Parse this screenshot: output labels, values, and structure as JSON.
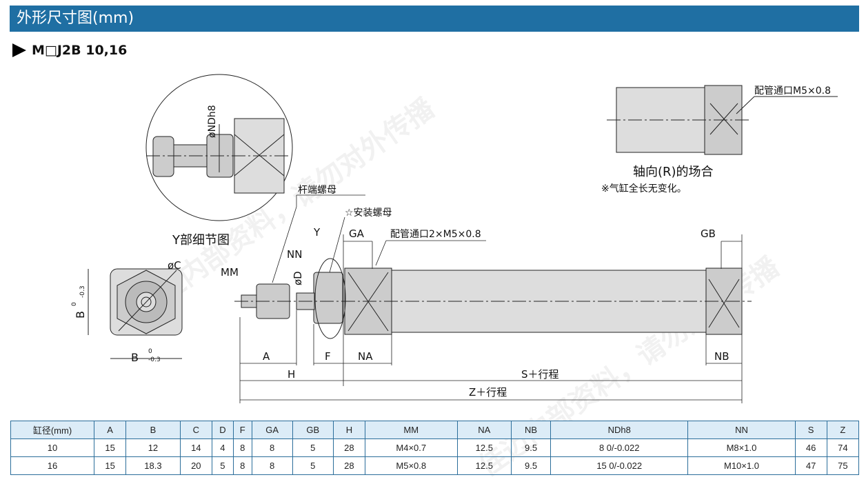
{
  "header": {
    "title": "外形尺寸图(mm)"
  },
  "subtitle": "M□J2B 10,16",
  "watermark": "佳迈内部资料，请勿对外传播",
  "drawing": {
    "detail_title": "Y部细节图",
    "axial_title": "轴向(R)的场合",
    "axial_note": "※气缸全长无变化。",
    "labels": {
      "ndh8": "øNDh8",
      "port_axial": "配管通口M5×0.8",
      "rod_nut": "杆端螺母",
      "mount_nut": "☆安装螺母",
      "port": "配管通口2×M5×0.8",
      "y": "Y",
      "nn": "NN",
      "mm": "MM",
      "d": "øD",
      "c": "øC",
      "b_v": "B",
      "b_h": "B",
      "tol_up": "0",
      "tol_low": "-0.3",
      "ga": "GA",
      "gb": "GB",
      "a": "A",
      "f": "F",
      "na": "NA",
      "nb": "NB",
      "h": "H",
      "s": "S＋行程",
      "z": "Z＋行程"
    }
  },
  "table": {
    "headers": [
      "缸径(mm)",
      "A",
      "B",
      "C",
      "D",
      "F",
      "GA",
      "GB",
      "H",
      "MM",
      "NA",
      "NB",
      "NDh8",
      "NN",
      "S",
      "Z"
    ],
    "rows": [
      [
        "10",
        "15",
        "12",
        "14",
        "4",
        "8",
        "8",
        "5",
        "28",
        "M4×0.7",
        "12.5",
        "9.5",
        "8 0/-0.022",
        "M8×1.0",
        "46",
        "74"
      ],
      [
        "16",
        "15",
        "18.3",
        "20",
        "5",
        "8",
        "8",
        "5",
        "28",
        "M5×0.8",
        "12.5",
        "9.5",
        "15 0/-0.022",
        "M10×1.0",
        "47",
        "75"
      ]
    ]
  }
}
